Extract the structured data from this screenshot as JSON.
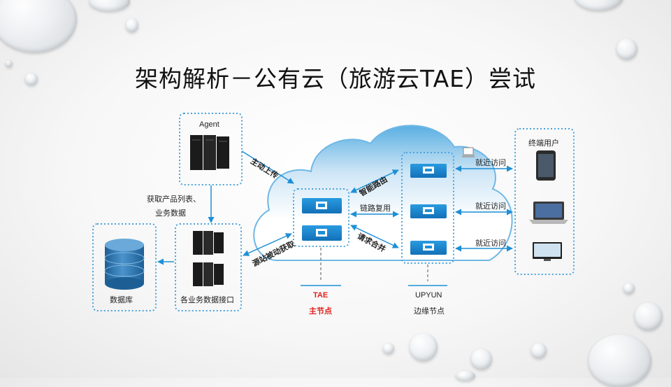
{
  "slide": {
    "title": "架构解析－公有云（旅游云TAE）尝试"
  },
  "diagram": {
    "agent_label": "Agent",
    "fetch_label_line1": "获取产品列表、",
    "fetch_label_line2": "业务数据",
    "interface_label": "各业务数据接口",
    "database_label": "数据库",
    "upload_label": "主动上传",
    "origin_fetch_label": "源站被动获取",
    "smart_routing_label": "智能路由",
    "link_reuse_label": "链路复用",
    "request_merge_label": "请求合并",
    "tae_name": "TAE",
    "tae_role": "主节点",
    "upyun_name": "UPYUN",
    "upyun_role": "边缘节点",
    "end_users_label": "终端用户",
    "nearby_access_1": "就近访问",
    "nearby_access_2": "就近访问",
    "nearby_access_3": "就近访问"
  },
  "colors": {
    "accent_blue": "#1e8fd6",
    "dashed_border": "#4aa3dc",
    "tae_red": "#e0201a",
    "cloud_blue": "#4fa6dc"
  }
}
